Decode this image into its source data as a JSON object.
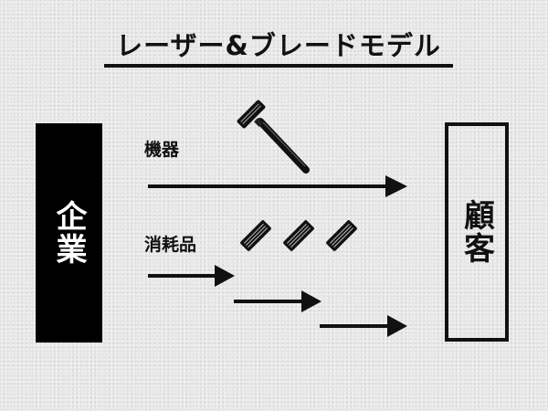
{
  "title": "レーザー&ブレードモデル",
  "left_box": {
    "label": "企業"
  },
  "right_box": {
    "label": "顧客"
  },
  "flows": [
    {
      "label": "機器",
      "icon": "razor-icon"
    },
    {
      "label": "消耗品",
      "icon": "blade-cartridge-icon",
      "count": 3
    }
  ],
  "colors": {
    "background": "#e6e6e6",
    "ink": "#111111",
    "box_fill": "#000000"
  }
}
